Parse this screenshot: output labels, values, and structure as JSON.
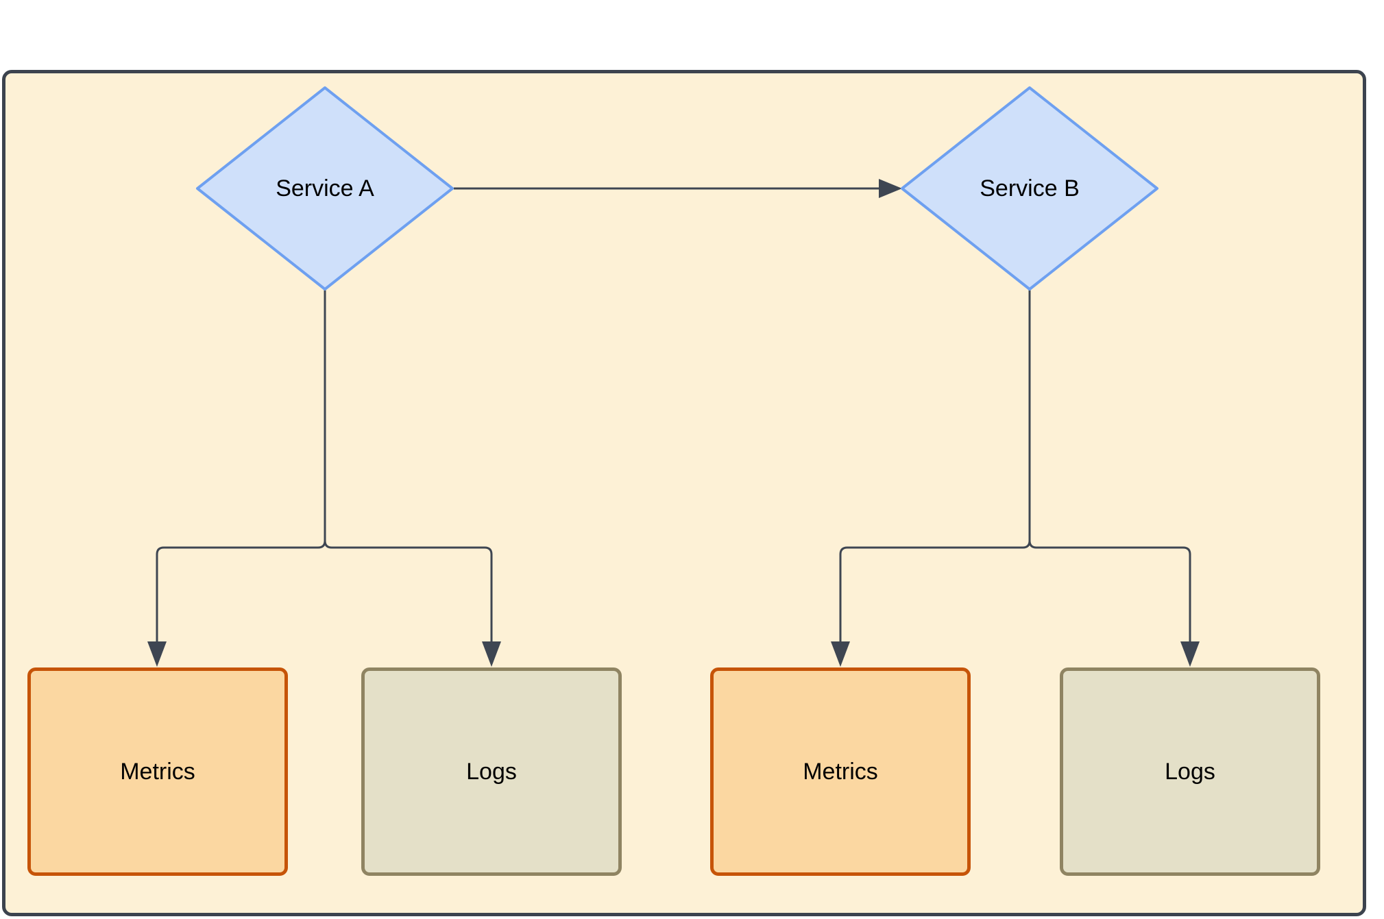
{
  "diagram": {
    "nodes": {
      "service_a": {
        "label": "Service A",
        "type": "diamond"
      },
      "service_b": {
        "label": "Service B",
        "type": "diamond"
      },
      "metrics_a": {
        "label": "Metrics",
        "type": "box"
      },
      "logs_a": {
        "label": "Logs",
        "type": "box"
      },
      "metrics_b": {
        "label": "Metrics",
        "type": "box"
      },
      "logs_b": {
        "label": "Logs",
        "type": "box"
      }
    },
    "edges": [
      {
        "from": "service_a",
        "to": "service_b",
        "arrow": true
      },
      {
        "from": "service_a",
        "to": "metrics_a",
        "arrow": true
      },
      {
        "from": "service_a",
        "to": "logs_a",
        "arrow": true
      },
      {
        "from": "service_b",
        "to": "metrics_b",
        "arrow": true
      },
      {
        "from": "service_b",
        "to": "logs_b",
        "arrow": true
      }
    ]
  },
  "palette": {
    "canvas-bg": "#ffffff",
    "container-fill": "#fdf1d6",
    "container-border": "#3c434e",
    "diamond-fill": "#cfe0fa",
    "diamond-border": "#6ea0f0",
    "metrics-fill": "#fbd7a1",
    "metrics-border": "#c65408",
    "logs-fill": "#e4e0c8",
    "logs-border": "#8f8462",
    "connector": "#3e4652",
    "label-color": "#000000"
  }
}
